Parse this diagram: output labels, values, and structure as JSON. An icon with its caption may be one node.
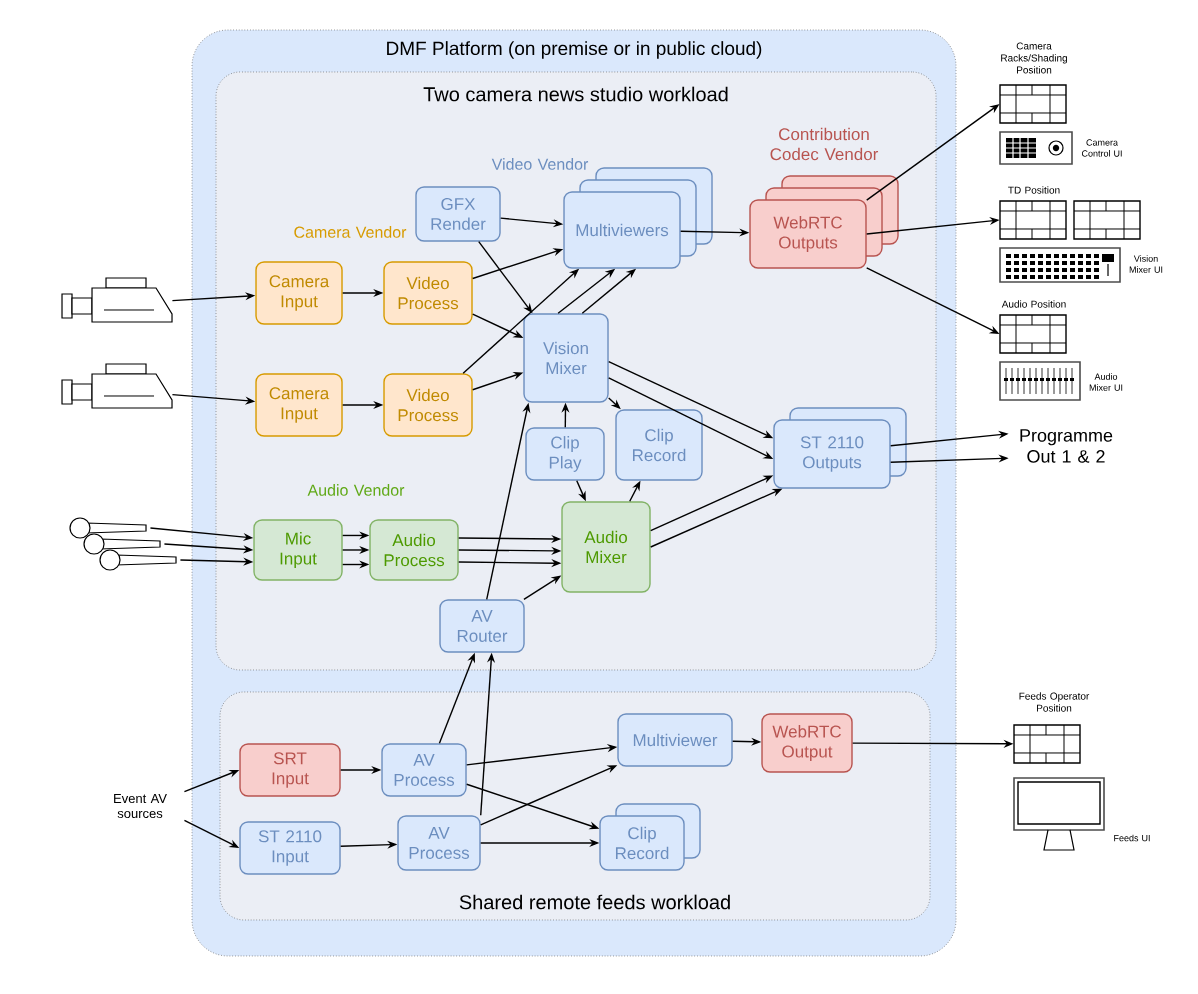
{
  "diagram": {
    "nodes": [
      {
        "text": [
          "DMF Platform (on premise or in public cloud)"
        ]
      },
      {
        "text": [
          "Two camera news studio workload"
        ],
        "in": 0
      },
      {
        "text": [
          "Shared remote feeds workload"
        ],
        "in": 0
      },
      {
        "text": [
          "GFX Render"
        ],
        "in": 1
      },
      {
        "text": [
          "Camera Input"
        ],
        "in": 1
      },
      {
        "text": [
          "Video Process"
        ],
        "in": 1
      },
      {
        "text": [
          "Multiviewers"
        ],
        "in": 1
      },
      {
        "text": [
          "Camera Input"
        ],
        "in": 1
      },
      {
        "text": [
          "Video Process"
        ],
        "in": 1
      },
      {
        "text": [
          "Vision Mixer"
        ],
        "in": 1
      },
      {
        "text": [
          "WebRTC Outputs"
        ],
        "in": 1
      },
      {
        "text": [
          "Clip Play"
        ],
        "in": 1
      },
      {
        "text": [
          "Clip Record"
        ],
        "in": 1
      },
      {
        "text": [
          "ST 2110 Outputs"
        ],
        "in": 1
      },
      {
        "text": [
          "Mic Input"
        ],
        "in": 1
      },
      {
        "text": [
          "Audio Process"
        ],
        "in": 1
      },
      {
        "text": [
          "Audio Mixer"
        ],
        "in": 1
      },
      {
        "text": [
          "AV Router"
        ],
        "in": 1
      },
      {
        "text": [
          "SRT Input"
        ],
        "in": 2
      },
      {
        "text": [
          "AV Process"
        ],
        "in": 2
      },
      {
        "text": [
          "ST 2110 Input"
        ],
        "in": 2
      },
      {
        "text": [
          "AV Process"
        ],
        "in": 2
      },
      {
        "text": [
          "Multiviewer"
        ],
        "in": 2
      },
      {
        "text": [
          "WebRTC Output"
        ],
        "in": 2
      },
      {
        "text": [
          "Clip Record"
        ],
        "in": 2
      },
      {
        "text": [],
        "shape": "picture"
      },
      {
        "text": [],
        "shape": "picture"
      },
      {
        "text": [],
        "shape": "picture"
      },
      {
        "text": [],
        "shape": "picture"
      },
      {
        "text": [],
        "shape": "picture"
      },
      {
        "text": [
          "Camera Racks/Shading Position"
        ]
      },
      {
        "text": [
          "TD Position"
        ]
      },
      {
        "text": [
          "Audio Position"
        ]
      },
      {
        "text": [
          "Programme Out 1 & 2"
        ]
      },
      {
        "text": [
          "Feeds Operator Position"
        ]
      },
      {
        "text": [
          "Event AV sources"
        ]
      }
    ],
    "edges": [
      {
        "from": 25,
        "to": 4,
        "arrow": "to"
      },
      {
        "from": 26,
        "to": 7,
        "arrow": "to"
      },
      {
        "from": 4,
        "to": 5,
        "arrow": "to"
      },
      {
        "from": 7,
        "to": 8,
        "arrow": "to"
      },
      {
        "from": 5,
        "to": 6,
        "arrow": "to"
      },
      {
        "from": 5,
        "to": 9,
        "arrow": "to"
      },
      {
        "from": 8,
        "to": 9,
        "arrow": "to"
      },
      {
        "from": 8,
        "to": 6,
        "arrow": "to"
      },
      {
        "from": 3,
        "to": 6,
        "arrow": "to"
      },
      {
        "from": 3,
        "to": 9,
        "arrow": "to"
      },
      {
        "from": 9,
        "to": 6,
        "arrow": "to"
      },
      {
        "from": 9,
        "to": 6,
        "arrow": "to"
      },
      {
        "from": 6,
        "to": 10,
        "arrow": "to"
      },
      {
        "from": 10,
        "to": 30,
        "arrow": "to"
      },
      {
        "from": 10,
        "to": 31,
        "arrow": "to"
      },
      {
        "from": 10,
        "to": 32,
        "arrow": "to"
      },
      {
        "from": 9,
        "to": 13,
        "arrow": "to"
      },
      {
        "from": 9,
        "to": 13,
        "arrow": "to"
      },
      {
        "from": 9,
        "to": 12,
        "arrow": "to"
      },
      {
        "from": 11,
        "to": 9,
        "arrow": "to"
      },
      {
        "from": 11,
        "to": 16,
        "arrow": "to"
      },
      {
        "from": 27,
        "to": 14,
        "arrow": "to"
      },
      {
        "from": 28,
        "to": 14,
        "arrow": "to"
      },
      {
        "from": 29,
        "to": 14,
        "arrow": "to"
      },
      {
        "from": 14,
        "to": 15,
        "arrow": "to"
      },
      {
        "from": 14,
        "to": 15,
        "arrow": "to"
      },
      {
        "from": 14,
        "to": 15,
        "arrow": "to"
      },
      {
        "from": 15,
        "to": 16,
        "arrow": "to"
      },
      {
        "from": 15,
        "to": 16,
        "arrow": "to"
      },
      {
        "from": 15,
        "to": 16,
        "arrow": "to"
      },
      {
        "from": 16,
        "to": 13,
        "arrow": "to"
      },
      {
        "from": 16,
        "to": 13,
        "arrow": "to"
      },
      {
        "from": 17,
        "to": 16,
        "arrow": "to"
      },
      {
        "from": 17,
        "to": 9,
        "arrow": "to"
      },
      {
        "from": 16,
        "to": 12,
        "arrow": "to"
      },
      {
        "from": 19,
        "to": 17,
        "arrow": "to"
      },
      {
        "from": 21,
        "to": 17,
        "arrow": "to"
      },
      {
        "from": 35,
        "to": 18,
        "arrow": "to"
      },
      {
        "from": 35,
        "to": 20,
        "arrow": "to"
      },
      {
        "from": 18,
        "to": 19,
        "arrow": "to"
      },
      {
        "from": 20,
        "to": 21,
        "arrow": "to"
      },
      {
        "from": 19,
        "to": 22,
        "arrow": "to"
      },
      {
        "from": 19,
        "to": 24,
        "arrow": "to"
      },
      {
        "from": 21,
        "to": 22,
        "arrow": "to"
      },
      {
        "from": 21,
        "to": 24,
        "arrow": "to"
      },
      {
        "from": 22,
        "to": 23,
        "arrow": "to"
      },
      {
        "from": 23,
        "to": 34,
        "arrow": "to"
      },
      {
        "from": 13,
        "to": 33,
        "arrow": "to"
      },
      {
        "from": 13,
        "to": 33,
        "arrow": "to"
      }
    ],
    "labels": [
      "Video Vendor",
      "Contribution Codec Vendor",
      "Camera Vendor",
      "Audio Vendor",
      "Camera Control UI",
      "Vision Mixer UI",
      "Audio Mixer UI",
      "Feeds UI"
    ]
  }
}
